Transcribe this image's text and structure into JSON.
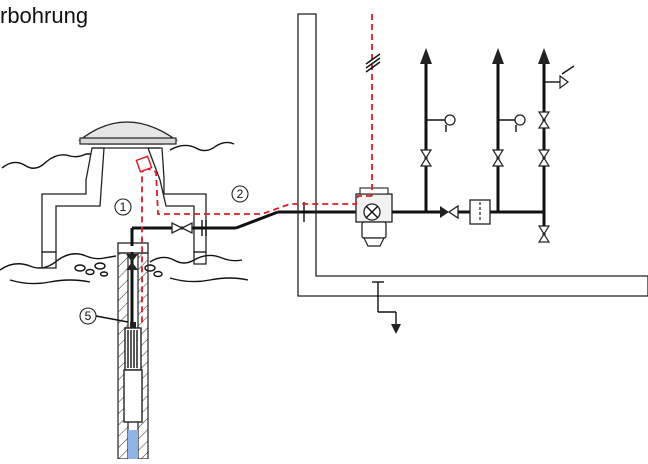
{
  "diagram": {
    "title": "rbohrung",
    "labels": {
      "one": "1",
      "two": "2",
      "five": "5"
    }
  },
  "colors": {
    "cable": "#d81e24",
    "water": "#8fb3e6",
    "line": "#111111"
  },
  "icons": [
    "well-cap",
    "submersible-pump",
    "pressure-gauge",
    "gate-valve",
    "check-valve",
    "pressure-switch",
    "filter",
    "drain"
  ]
}
